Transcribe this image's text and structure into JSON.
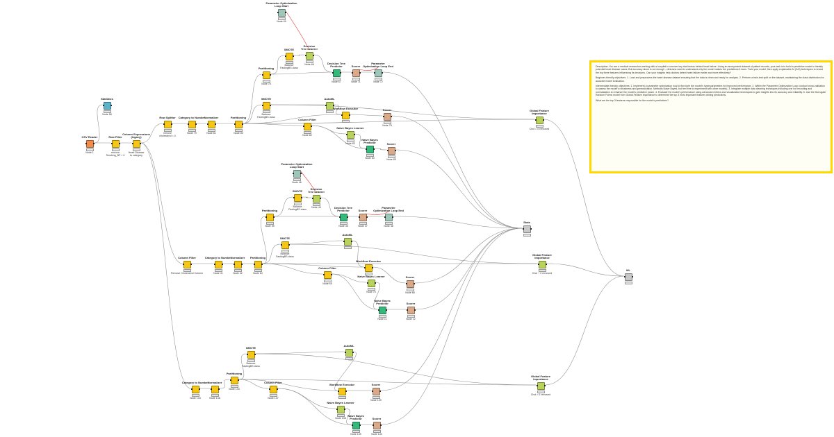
{
  "colors": {
    "source": "#f28c4a",
    "manipulator": "#f6c614",
    "learner": "#b9d35a",
    "predictor": "#35b97a",
    "other": "#d9a98a",
    "viz": "#5ab3c8",
    "loop": "#9fc7b8",
    "metanode": "#c8c8c8",
    "connection": "#8a8a8a",
    "flow_variable": "#e2302a",
    "annotation_border": "#ffd800"
  },
  "nodes": [
    {
      "id": "n1",
      "title": "CSV Reader",
      "bottom": "Node 1",
      "kind": "source",
      "icon": "table-icon"
    },
    {
      "id": "n2",
      "title": "Statistics",
      "bottom": "Node 58",
      "kind": "viz",
      "icon": "chart-icon"
    },
    {
      "id": "n3",
      "title": "Row Filter",
      "bottom": "remove\nSmoking_BP = 0",
      "kind": "manipulator",
      "icon": "filter-icon"
    },
    {
      "id": "n4",
      "title": "Column Expressions\n(legacy)",
      "bottom": "Heart Disease\nto category",
      "kind": "manipulator",
      "icon": "function-icon"
    },
    {
      "id": "n5",
      "title": "Row Splitter",
      "bottom": "remove\ncholesterol = 0",
      "kind": "manipulator",
      "icon": "split-icon"
    },
    {
      "id": "n6",
      "title": "Category to Number",
      "bottom": "Node 79",
      "kind": "manipulator",
      "icon": "convert-icon"
    },
    {
      "id": "n7",
      "title": "Normalizer",
      "bottom": "Node 81",
      "kind": "manipulator",
      "icon": "normalize-icon"
    },
    {
      "id": "n8",
      "title": "Partitioning",
      "bottom": "Node 80",
      "kind": "manipulator",
      "icon": "partition-icon"
    },
    {
      "id": "n9",
      "title": "Partitioning",
      "bottom": "Node 76",
      "kind": "manipulator",
      "icon": "partition-icon"
    },
    {
      "id": "n10",
      "title": "SMOTE",
      "bottom": "Balance\nFastingBS class",
      "kind": "manipulator",
      "icon": "smote-icon"
    },
    {
      "id": "n11",
      "title": "Parameter Optimization\nLoop Start",
      "bottom": "Node 69",
      "kind": "loop",
      "icon": "loop-start-icon"
    },
    {
      "id": "n12",
      "title": "Decision\nTree Learner",
      "bottom": "Node 66",
      "kind": "learner",
      "icon": "tree-icon"
    },
    {
      "id": "n13",
      "title": "Decision Tree\nPredictor",
      "bottom": "Node 67",
      "kind": "predictor",
      "icon": "predict-icon"
    },
    {
      "id": "n14",
      "title": "Scorer",
      "bottom": "Node 71",
      "kind": "other",
      "icon": "score-icon"
    },
    {
      "id": "n15",
      "title": "Parameter\nOptimization Loop End",
      "bottom": "Node 72",
      "kind": "loop",
      "icon": "loop-end-icon"
    },
    {
      "id": "n16",
      "title": "SMOTE",
      "bottom": "Balance\nFastingBS class",
      "kind": "manipulator",
      "icon": "smote-icon"
    },
    {
      "id": "n17",
      "title": "AutoML",
      "bottom": "",
      "kind": "learner",
      "icon": "automl-icon"
    },
    {
      "id": "n18",
      "title": "Workflow Executor",
      "bottom": "",
      "kind": "manipulator",
      "icon": "executor-icon"
    },
    {
      "id": "n19",
      "title": "Scorer",
      "bottom": "Node 78",
      "kind": "other",
      "icon": "score-icon"
    },
    {
      "id": "n20",
      "title": "Column Filter",
      "bottom": "Node 82",
      "kind": "manipulator",
      "icon": "column-filter-icon"
    },
    {
      "id": "n21",
      "title": "Naive Bayes Learner",
      "bottom": "Node 83",
      "kind": "learner",
      "icon": "bayes-icon"
    },
    {
      "id": "n22",
      "title": "Naive Bayes\nPredictor",
      "bottom": "Node 84",
      "kind": "predictor",
      "icon": "predict-icon"
    },
    {
      "id": "n23",
      "title": "Scorer",
      "bottom": "Node 85",
      "kind": "other",
      "icon": "score-icon"
    },
    {
      "id": "n24",
      "title": "Global Feature\nImportance",
      "bottom": "Chol = 0 removed",
      "kind": "learner",
      "icon": "importance-icon"
    },
    {
      "id": "n25",
      "title": "Parameter Optimization\nLoop Start",
      "bottom": "Node 46",
      "kind": "loop",
      "icon": "loop-start-icon"
    },
    {
      "id": "n26",
      "title": "SMOTE",
      "bottom": "Balance\nFastingBS class",
      "kind": "manipulator",
      "icon": "smote-icon"
    },
    {
      "id": "n27",
      "title": "Decision\nTree Learner",
      "bottom": "Node 44",
      "kind": "learner",
      "icon": "tree-icon"
    },
    {
      "id": "n28",
      "title": "Partitioning",
      "bottom": "Node 59",
      "kind": "manipulator",
      "icon": "partition-icon"
    },
    {
      "id": "n29",
      "title": "Decision Tree\nPredictor",
      "bottom": "Node 45",
      "kind": "predictor",
      "icon": "predict-icon"
    },
    {
      "id": "n30",
      "title": "Scorer",
      "bottom": "Node 47",
      "kind": "other",
      "icon": "score-icon"
    },
    {
      "id": "n31",
      "title": "Parameter\nOptimization Loop End",
      "bottom": "Node 48",
      "kind": "loop",
      "icon": "loop-end-icon"
    },
    {
      "id": "n32",
      "title": "Stats",
      "bottom": "",
      "kind": "metanode",
      "icon": "metanode-icon"
    },
    {
      "id": "n33",
      "title": "SMOTE",
      "bottom": "Balance\nFastingBS class",
      "kind": "manipulator",
      "icon": "smote-icon"
    },
    {
      "id": "n34",
      "title": "AutoML",
      "bottom": "",
      "kind": "learner",
      "icon": "automl-icon"
    },
    {
      "id": "n35",
      "title": "Column Filter",
      "bottom": "Remove Cholesterol Column",
      "kind": "manipulator",
      "icon": "column-filter-icon"
    },
    {
      "id": "n36",
      "title": "Category to Number",
      "bottom": "Node 41",
      "kind": "manipulator",
      "icon": "convert-icon"
    },
    {
      "id": "n37",
      "title": "Normalizer",
      "bottom": "Node 42",
      "kind": "manipulator",
      "icon": "normalize-icon"
    },
    {
      "id": "n38",
      "title": "Partitioning",
      "bottom": "Node 64",
      "kind": "manipulator",
      "icon": "partition-icon"
    },
    {
      "id": "n39",
      "title": "Workflow Executor",
      "bottom": "",
      "kind": "manipulator",
      "icon": "executor-icon"
    },
    {
      "id": "n40",
      "title": "Column Filter",
      "bottom": "Node 65",
      "kind": "manipulator",
      "icon": "column-filter-icon"
    },
    {
      "id": "n41",
      "title": "Naive Bayes Learner",
      "bottom": "Node 70",
      "kind": "learner",
      "icon": "bayes-icon"
    },
    {
      "id": "n42",
      "title": "Scorer",
      "bottom": "Node 68",
      "kind": "other",
      "icon": "score-icon"
    },
    {
      "id": "n43",
      "title": "Global Feature\nImportance",
      "bottom": "Chol + 0 removed",
      "kind": "learner",
      "icon": "importance-icon"
    },
    {
      "id": "n44",
      "title": "Naive Bayes\nPredictor",
      "bottom": "Node 11",
      "kind": "predictor",
      "icon": "predict-icon"
    },
    {
      "id": "n45",
      "title": "Scorer",
      "bottom": "Node 12",
      "kind": "other",
      "icon": "score-icon"
    },
    {
      "id": "n46",
      "title": "ML",
      "bottom": "",
      "kind": "metanode",
      "icon": "metanode-icon"
    },
    {
      "id": "n47",
      "title": "SMOTE",
      "bottom": "Balance\nFastingBS class",
      "kind": "manipulator",
      "icon": "smote-icon"
    },
    {
      "id": "n48",
      "title": "AutoML",
      "bottom": "",
      "kind": "learner",
      "icon": "automl-icon"
    },
    {
      "id": "n49",
      "title": "Category to Number",
      "bottom": "Node 134",
      "kind": "manipulator",
      "icon": "convert-icon"
    },
    {
      "id": "n50",
      "title": "Normalizer",
      "bottom": "Node 136",
      "kind": "manipulator",
      "icon": "normalize-icon"
    },
    {
      "id": "n51",
      "title": "Partitioning",
      "bottom": "Node 133",
      "kind": "manipulator",
      "icon": "partition-icon"
    },
    {
      "id": "n52",
      "title": "Column Filter",
      "bottom": "Node 137",
      "kind": "manipulator",
      "icon": "column-filter-icon"
    },
    {
      "id": "n53",
      "title": "Workflow Executor",
      "bottom": "",
      "kind": "manipulator",
      "icon": "executor-icon"
    },
    {
      "id": "n54",
      "title": "Scorer",
      "bottom": "Node 139",
      "kind": "other",
      "icon": "score-icon"
    },
    {
      "id": "n55",
      "title": "Naive Bayes Learner",
      "bottom": "Node 138",
      "kind": "learner",
      "icon": "bayes-icon"
    },
    {
      "id": "n56",
      "title": "Naive Bayes\nPredictor",
      "bottom": "Node 139",
      "kind": "predictor",
      "icon": "predict-icon"
    },
    {
      "id": "n57",
      "title": "Scorer",
      "bottom": "Node 140",
      "kind": "other",
      "icon": "score-icon"
    },
    {
      "id": "n58",
      "title": "Global Feature\nImportance",
      "bottom": "Chol = 0 removed",
      "kind": "learner",
      "icon": "importance-icon"
    }
  ],
  "annotation": {
    "paragraphs": [
      "Description: You are a medical researcher working with a hospital to uncover key risk factors behind heart failure. Using an anonymized dataset of patient records, your task is to build a predictive model to identify potential heart disease cases. But accuracy alone is not enough - clinicians want to understand why the model makes the predictions it does. Train your model, then apply explainable AI (XAI) techniques to reveal the top three features influencing its decisions. Can your insights help doctors detect heart failure earlier and more effectively?",
      "Beginner-friendly objectives: 1. Load and preprocess the heart disease dataset ensuring that the data is clean and ready for analysis. 2. Perform a train-test split on the dataset, maintaining the class distribution for accurate model evaluation.",
      "Intermediate-friendly objectives: 1. Implement a parameter optimization loop to fine-tune the model's hyperparameters for improved performance. 2. Within the Parameter Optimization Loop conduct cross-validation to assess the model's robustness and generalization. Methods Naive Bayes, but feel free to experiment with other models). 3. Integrate multiple data cleaning techniques including one hot encoding and normalization to enhance the model's predictive power. 4. Evaluate the model's performance using advanced metrics and visualization techniques to gain insights into its accuracy and reliability. 5. Use the Surrogate Random Forest model from Global Feature Importance to determine the top 3 most important features driving predictions.",
      "What are the top 3 features responsible for the model's predictions?"
    ]
  }
}
